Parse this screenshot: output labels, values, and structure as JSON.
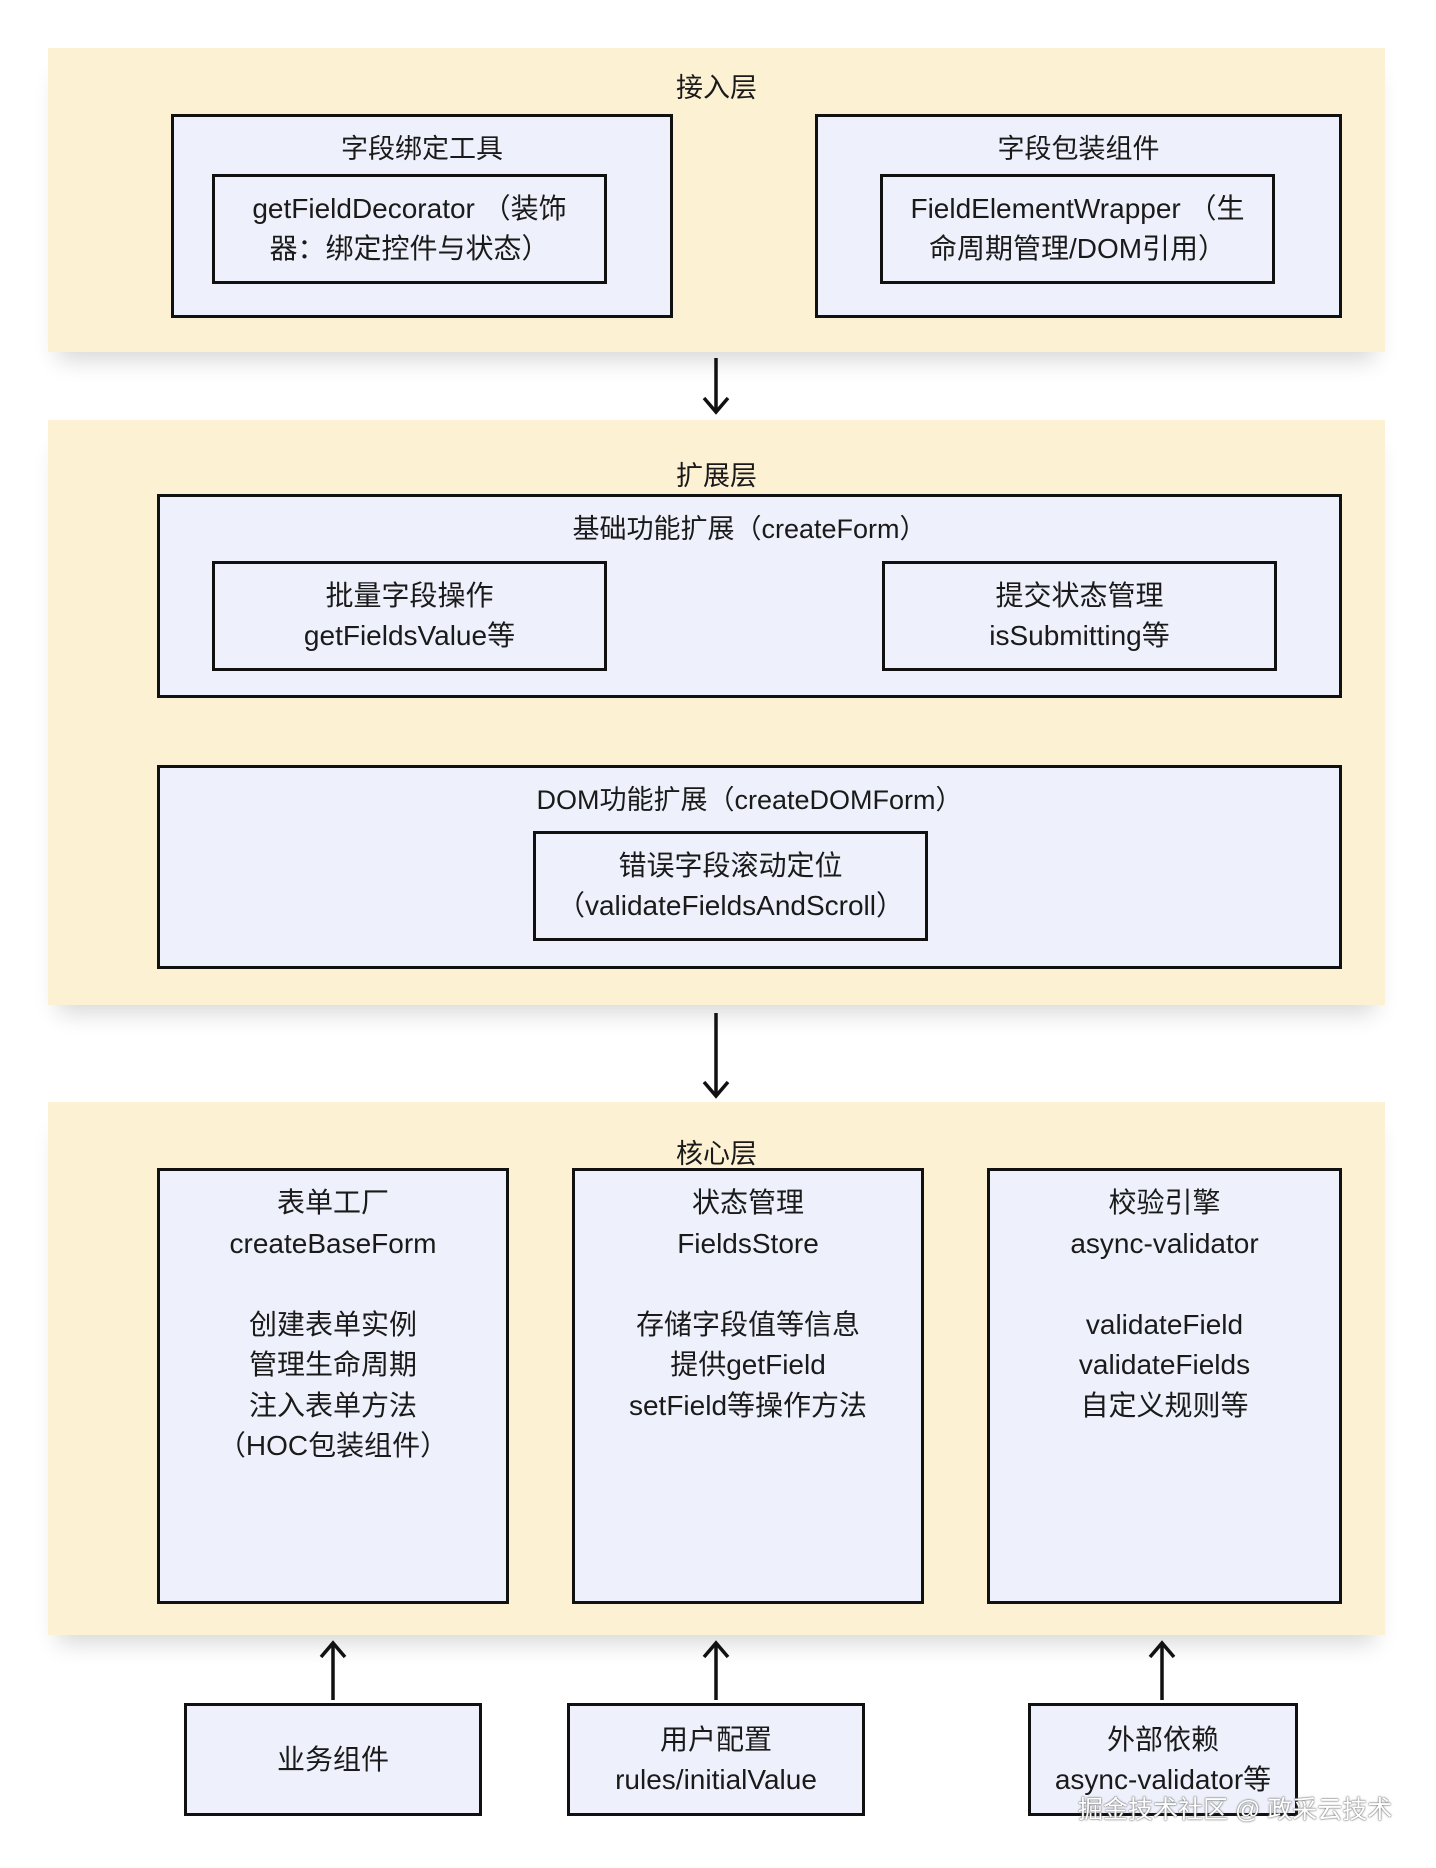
{
  "layers": {
    "access": {
      "title": "接入层",
      "binding_tool": {
        "title": "字段绑定工具",
        "inner": [
          "getFieldDecorator （装饰",
          "器：绑定控件与状态）"
        ]
      },
      "wrapper_component": {
        "title": "字段包装组件",
        "inner": [
          "FieldElementWrapper （生",
          "命周期管理/DOM引用）"
        ]
      }
    },
    "extension": {
      "title": "扩展层",
      "basic": {
        "title": "基础功能扩展（createForm）",
        "batch": [
          "批量字段操作",
          "getFieldsValue等"
        ],
        "submit": [
          "提交状态管理",
          "isSubmitting等"
        ]
      },
      "dom": {
        "title": "DOM功能扩展（createDOMForm）",
        "scroll": [
          "错误字段滚动定位",
          "（validateFieldsAndScroll）"
        ]
      }
    },
    "core": {
      "title": "核心层",
      "factory": {
        "lines": [
          "表单工厂",
          "createBaseForm"
        ],
        "details": [
          "创建表单实例",
          "管理生命周期",
          "注入表单方法",
          "（HOC包装组件）"
        ]
      },
      "store": {
        "lines": [
          "状态管理",
          "FieldsStore"
        ],
        "details": [
          "存储字段值等信息",
          "提供getField",
          "setField等操作方法"
        ]
      },
      "validator": {
        "lines": [
          "校验引擎",
          "async-validator"
        ],
        "details": [
          "validateField",
          "validateFields",
          "自定义规则等"
        ]
      }
    }
  },
  "inputs": {
    "business": [
      "业务组件"
    ],
    "user_config": [
      "用户配置",
      "rules/initialValue"
    ],
    "external": [
      "外部依赖",
      "async-validator等"
    ]
  },
  "watermark": "掘金技术社区 @ 政采云技术"
}
